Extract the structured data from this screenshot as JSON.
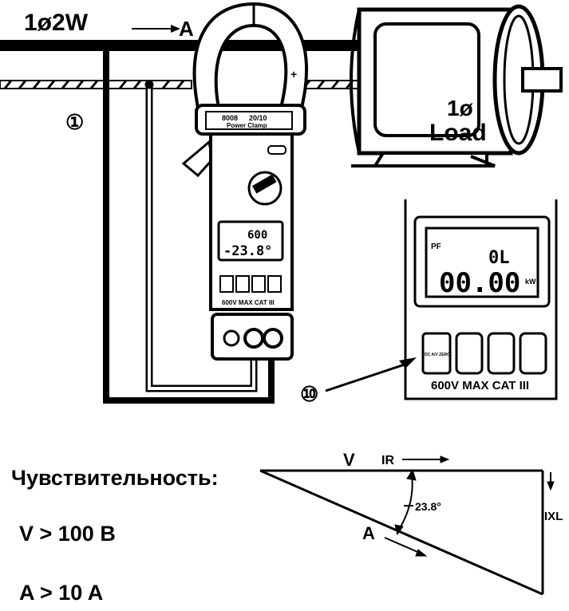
{
  "circuit": {
    "phase_label": "1ø2W",
    "current_label": "A",
    "marker_label": "①"
  },
  "load": {
    "phase": "1ø",
    "name": "Load"
  },
  "meter": {
    "model": "8008",
    "range_top": "20/10",
    "brand": "Power Clamp",
    "display_top": "600",
    "display_main": "-23.8°",
    "rating": "600V MAX CAT III",
    "plus_sign": "+"
  },
  "detail_display": {
    "pf_label": "PF",
    "top_value": "0L",
    "main_value": "00.00",
    "unit": "kW",
    "zero_button": "DC A/V ZERO",
    "rating": "600V MAX CAT III",
    "callout": "⑩"
  },
  "vector": {
    "v_label": "V",
    "ir_label": "IR",
    "ixl_label": "IXL",
    "a_label": "A",
    "angle_label": "23.8°"
  },
  "sensitivity": {
    "title": "Чувствительность:",
    "voltage": "V > 100 B",
    "current": "A > 10 A"
  }
}
